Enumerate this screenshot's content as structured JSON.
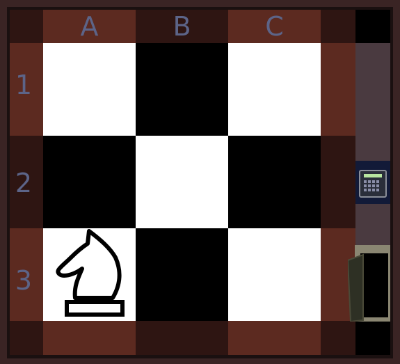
{
  "board": {
    "columns": [
      "A",
      "B",
      "C"
    ],
    "rows": [
      "1",
      "2",
      "3"
    ],
    "squares": [
      [
        "white",
        "black",
        "white"
      ],
      [
        "black",
        "white",
        "black"
      ],
      [
        "white",
        "black",
        "white"
      ]
    ],
    "pieces": [
      {
        "type": "knight",
        "icon": "knight-icon",
        "square": "A3",
        "color": "white"
      }
    ]
  },
  "side_panel": {
    "keypad_icon": "keypad-icon",
    "door_icon": "door-icon"
  },
  "colors": {
    "border_light": "#5c2a20",
    "border_dark": "#2e1512",
    "label": "#5c6488"
  }
}
